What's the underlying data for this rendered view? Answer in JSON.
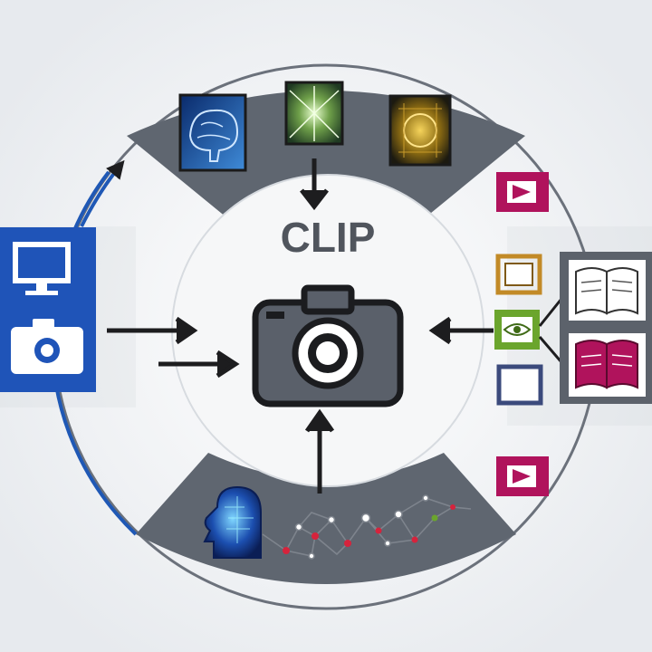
{
  "diagram": {
    "center_label": "CLIP",
    "icons": {
      "center": "camera-icon",
      "left_top": "monitor-icon",
      "left_bottom": "camera-icon",
      "top_images": [
        "brain-scan-image",
        "neural-burst-image",
        "circuit-glow-image"
      ],
      "right_books": [
        "book-icon",
        "book-icon"
      ],
      "right_tags": [
        "play-tag-icon",
        "play-tag-icon"
      ],
      "right_small": [
        "frame-icon",
        "eye-icon",
        "frame-icon"
      ],
      "bottom": [
        "ai-head-icon",
        "node-network-icon"
      ]
    },
    "colors": {
      "background": "#eef0f3",
      "band": "#5f6670",
      "center_fill": "#f6f7f8",
      "blue_panel": "#1f54b8",
      "ring_blue": "#1f58b5",
      "magenta_tag": "#b0135c",
      "green_tag": "#6ba52d",
      "gold_frame": "#c28a27",
      "arrow": "#1d1d1f",
      "node_red": "#d6233c"
    }
  }
}
